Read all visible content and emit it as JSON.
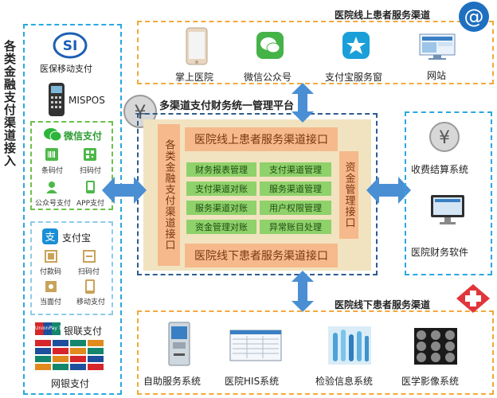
{
  "left_title": "各类金融支付渠道接入",
  "online_title": "医院线上患者服务渠道",
  "offline_title": "医院线下患者服务渠道",
  "platform_title": "多渠道支付财务统一管理平台",
  "online_channels": [
    "掌上医院",
    "微信公众号",
    "支付宝服务窗",
    "网站"
  ],
  "offline_channels": [
    "自助服务系统",
    "医院HIS系统",
    "检验信息系统",
    "医学影像系统"
  ],
  "right_systems": [
    "收费结算系统",
    "医院财务软件"
  ],
  "pay": {
    "yibao": "医保移动支付",
    "mispos": "MISPOS",
    "wechat": "微信支付",
    "wechat_modes": [
      "条码付",
      "扫码付",
      "公众号支付",
      "APP支付"
    ],
    "alipay": "支付宝",
    "alipay_modes": [
      "付款码",
      "扫码付",
      "当面付",
      "移动支付"
    ],
    "unionpay": "银联支付",
    "unionpay_logo": "UnionPay 银联",
    "netbank": "网银支付"
  },
  "core": {
    "left_vertical": "各类金融支付渠道接口",
    "right_vertical": "资金管理接口",
    "top_bar": "医院线上患者服务渠道接口",
    "bottom_bar": "医院线下患者服务渠道接口",
    "cells": [
      "财务报表管理",
      "支付渠道管理",
      "支付渠道对账",
      "服务渠道管理",
      "服务渠道对账",
      "用户权限管理",
      "资金管理对账",
      "异常账目处理"
    ]
  },
  "colors": {
    "orange": "#f2a93b",
    "cyan": "#29a9e0",
    "green": "#6cc04a",
    "navy": "#2f5b8f",
    "arrow": "#4a8fd4"
  }
}
